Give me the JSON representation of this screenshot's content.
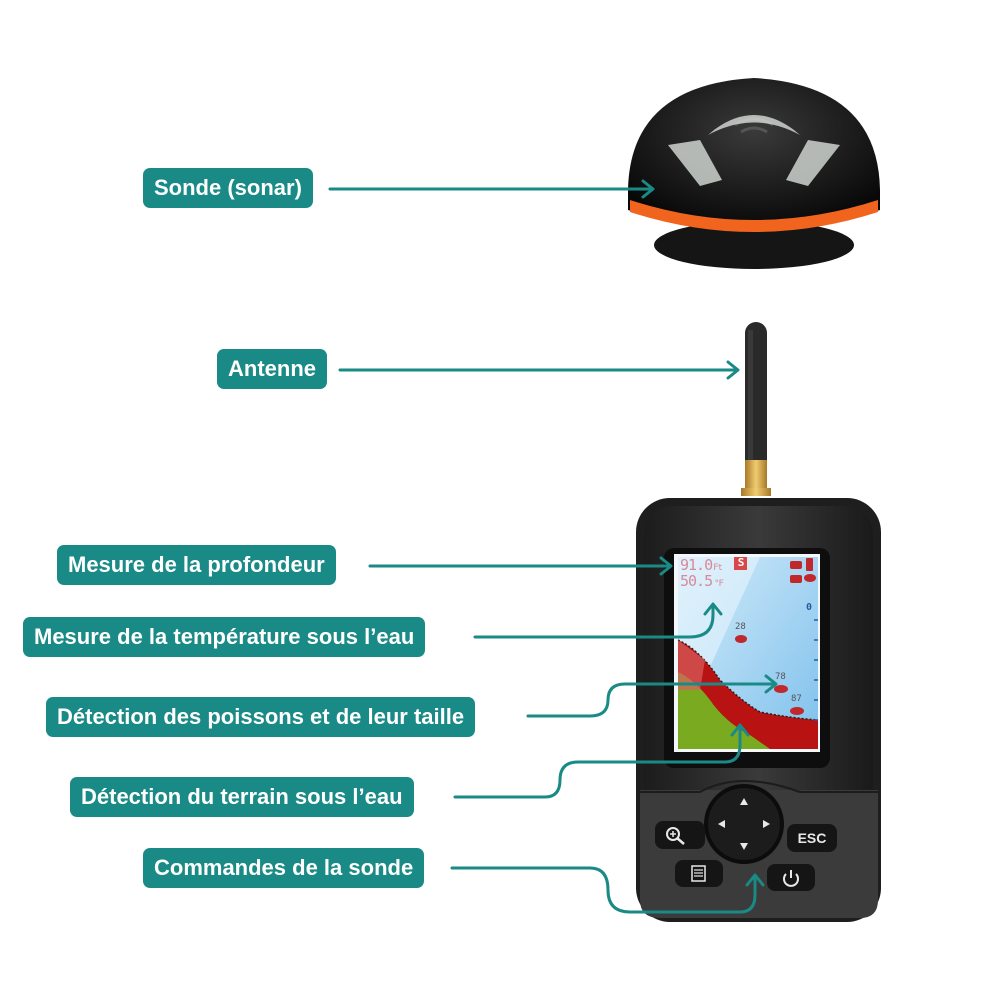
{
  "labels": {
    "sonar": "Sonde (sonar)",
    "antenna": "Antenne",
    "depth": "Mesure de la profondeur",
    "temperature": "Mesure de la température sous l’eau",
    "fish": "Détection des poissons et de leur taille",
    "terrain": "Détection du terrain sous l’eau",
    "controls": "Commandes de la sonde"
  },
  "screen": {
    "depth_value": "91.0",
    "depth_unit": "Ft",
    "mode_badge": "S",
    "temp_value": "50.5",
    "temp_unit": "°F",
    "scale_top": "0",
    "fish": [
      {
        "size": "28"
      },
      {
        "size": "78"
      },
      {
        "size": "87"
      }
    ]
  },
  "buttons": {
    "zoom": "zoom-in",
    "menu": "menu",
    "esc": "ESC",
    "power": "power"
  },
  "colors": {
    "accent": "#1a8a86",
    "device_body": "#2b2b2b",
    "water": "#8ec9ee",
    "bottom_red": "#b01010",
    "bottom_green": "#7aa81e",
    "sonar_ring": "#f0641e"
  }
}
